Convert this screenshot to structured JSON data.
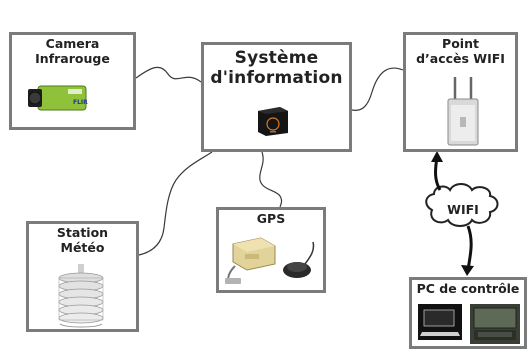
{
  "nodes": {
    "camera": {
      "line1": "Camera",
      "line2": "Infrarouge",
      "icon": "thermal-camera-icon"
    },
    "systeme": {
      "line1": "Système",
      "line2": "d'information",
      "icon": "mini-pc-icon"
    },
    "wifi_ap": {
      "line1": "Point",
      "line2": "d’accès WIFI",
      "icon": "wifi-router-icon"
    },
    "gps": {
      "line1": "GPS",
      "icon": "gps-receiver-icon"
    },
    "meteo": {
      "line1": "Station",
      "line2": "Météo",
      "icon": "weather-station-icon"
    },
    "pc": {
      "line1": "PC de contrôle",
      "icon": "laptop-icon"
    }
  },
  "cloud": {
    "label": "WIFI"
  },
  "colors": {
    "border": "#7b7b7b",
    "wire": "#3a3a3a",
    "arrow": "#111111"
  }
}
